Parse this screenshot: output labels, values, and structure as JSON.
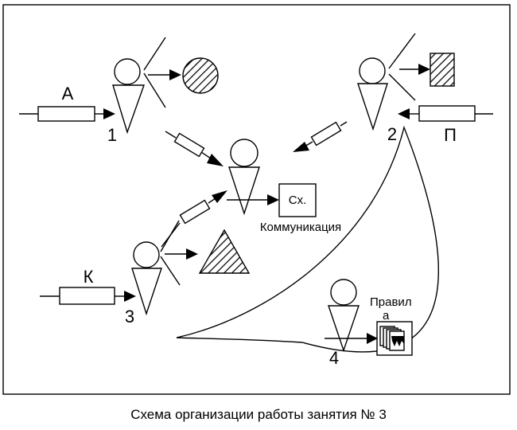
{
  "diagram": {
    "labels": {
      "a": "А",
      "p": "П",
      "k": "К",
      "n1": "1",
      "n2": "2",
      "n3": "3",
      "n4": "4",
      "sch": "Сх.",
      "communication": "Коммуникация",
      "rules_line1": "Правил",
      "rules_line2": "а"
    },
    "caption": "Схема организации работы занятия № 3"
  }
}
